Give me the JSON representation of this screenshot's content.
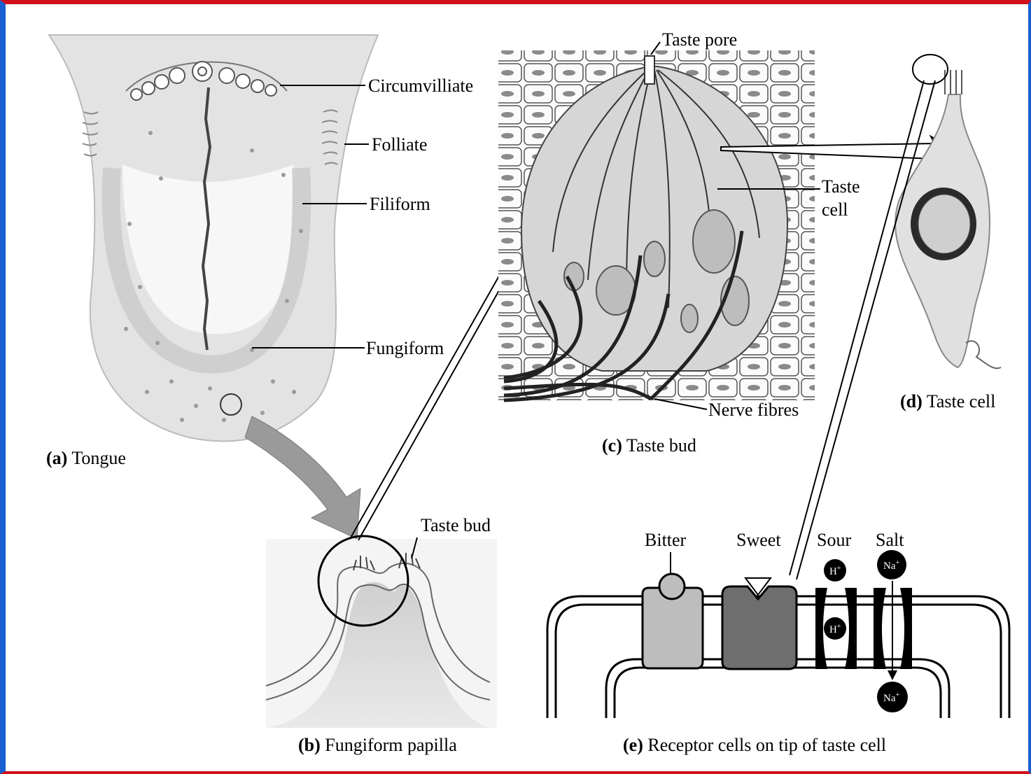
{
  "labels": {
    "circumvilliate": "Circumvilliate",
    "folliate": "Folliate",
    "filiform": "Filiform",
    "fungiform": "Fungiform",
    "taste_pore": "Taste pore",
    "taste_cell_line1": "Taste",
    "taste_cell_line2": "cell",
    "nerve_fibres": "Nerve fibres",
    "taste_bud": "Taste bud",
    "bitter": "Bitter",
    "sweet": "Sweet",
    "sour": "Sour",
    "salt": "Salt",
    "ion_h": "H",
    "ion_h_charge": "+",
    "ion_na": "Na",
    "ion_na_charge": "+"
  },
  "captions": {
    "a": {
      "letter": "(a)",
      "text": "Tongue"
    },
    "b": {
      "letter": "(b)",
      "text": "Fungiform papilla"
    },
    "c": {
      "letter": "(c)",
      "text": "Taste bud"
    },
    "d": {
      "letter": "(d)",
      "text": "Taste cell"
    },
    "e": {
      "letter": "(e)",
      "text": "Receptor cells on tip of taste cell"
    }
  },
  "colors": {
    "border_red": "#d0101a",
    "border_blue": "#1a5fd0",
    "tissue": "#dcdcdc",
    "bitter_receptor": "#bdbdbd",
    "sweet_receptor": "#6e6e6e"
  }
}
